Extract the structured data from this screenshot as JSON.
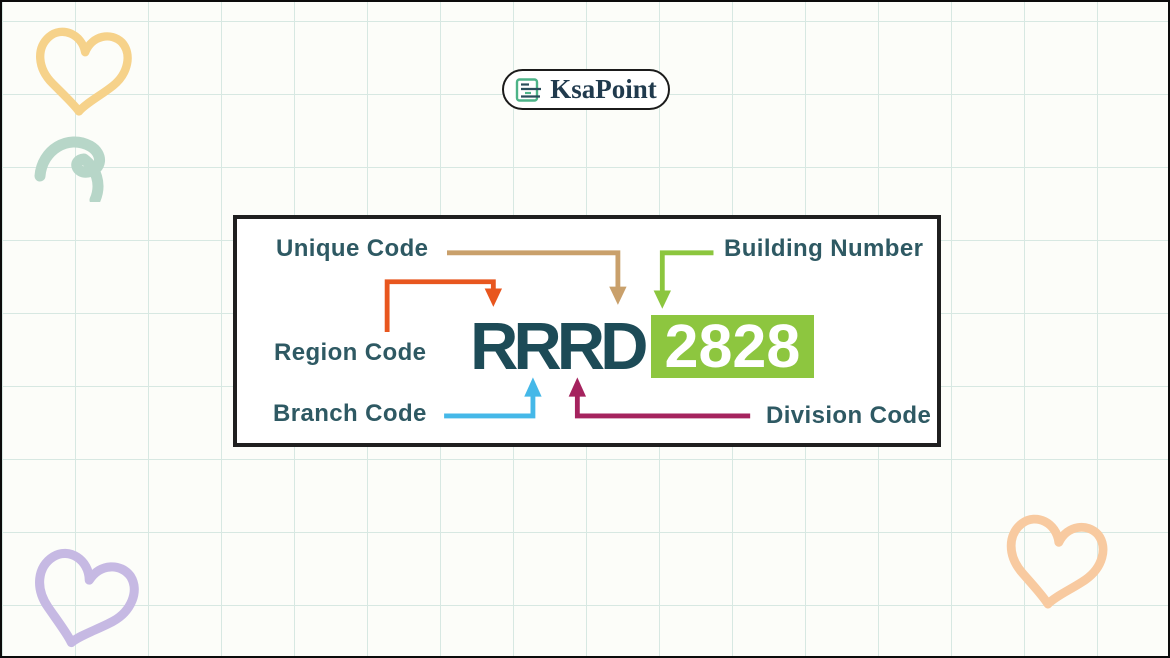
{
  "frame": {
    "background": "#fcfdf9",
    "grid_color": "#d7e8e2",
    "border_color": "#0b0b0b"
  },
  "logo": {
    "text": "KsaPoint",
    "icon": "document-lines-icon",
    "colors": {
      "icon_green": "#4db388",
      "icon_dark": "#2a4d5a",
      "text": "#203a4d",
      "border": "#1b1b1b",
      "background": "#ffffff"
    }
  },
  "diagram": {
    "colors": {
      "box_background": "#ffffff",
      "box_border": "#1f1f1f",
      "label_text": "#2e5963"
    },
    "code": {
      "prefix": "RRRD",
      "suffix": "2828",
      "colors": {
        "prefix_text": "#1d4b57",
        "suffix_text": "#ffffff",
        "suffix_background": "#8dc63f"
      }
    },
    "labels": {
      "unique": {
        "text": "Unique Code",
        "arrow_color": "#c9a06b"
      },
      "building": {
        "text": "Building Number",
        "arrow_color": "#8cc63e"
      },
      "region": {
        "text": "Region Code",
        "arrow_color": "#e8561e"
      },
      "branch": {
        "text": "Branch Code",
        "arrow_color": "#45b8e8"
      },
      "division": {
        "text": "Division Code",
        "arrow_color": "#a5235e"
      }
    }
  },
  "decorations": {
    "heart_top_left_color": "#f6d28a",
    "squiggle_color": "#b7d6c8",
    "heart_bottom_left_color": "#c6b9e3",
    "heart_bottom_right_color": "#f8caa0"
  }
}
